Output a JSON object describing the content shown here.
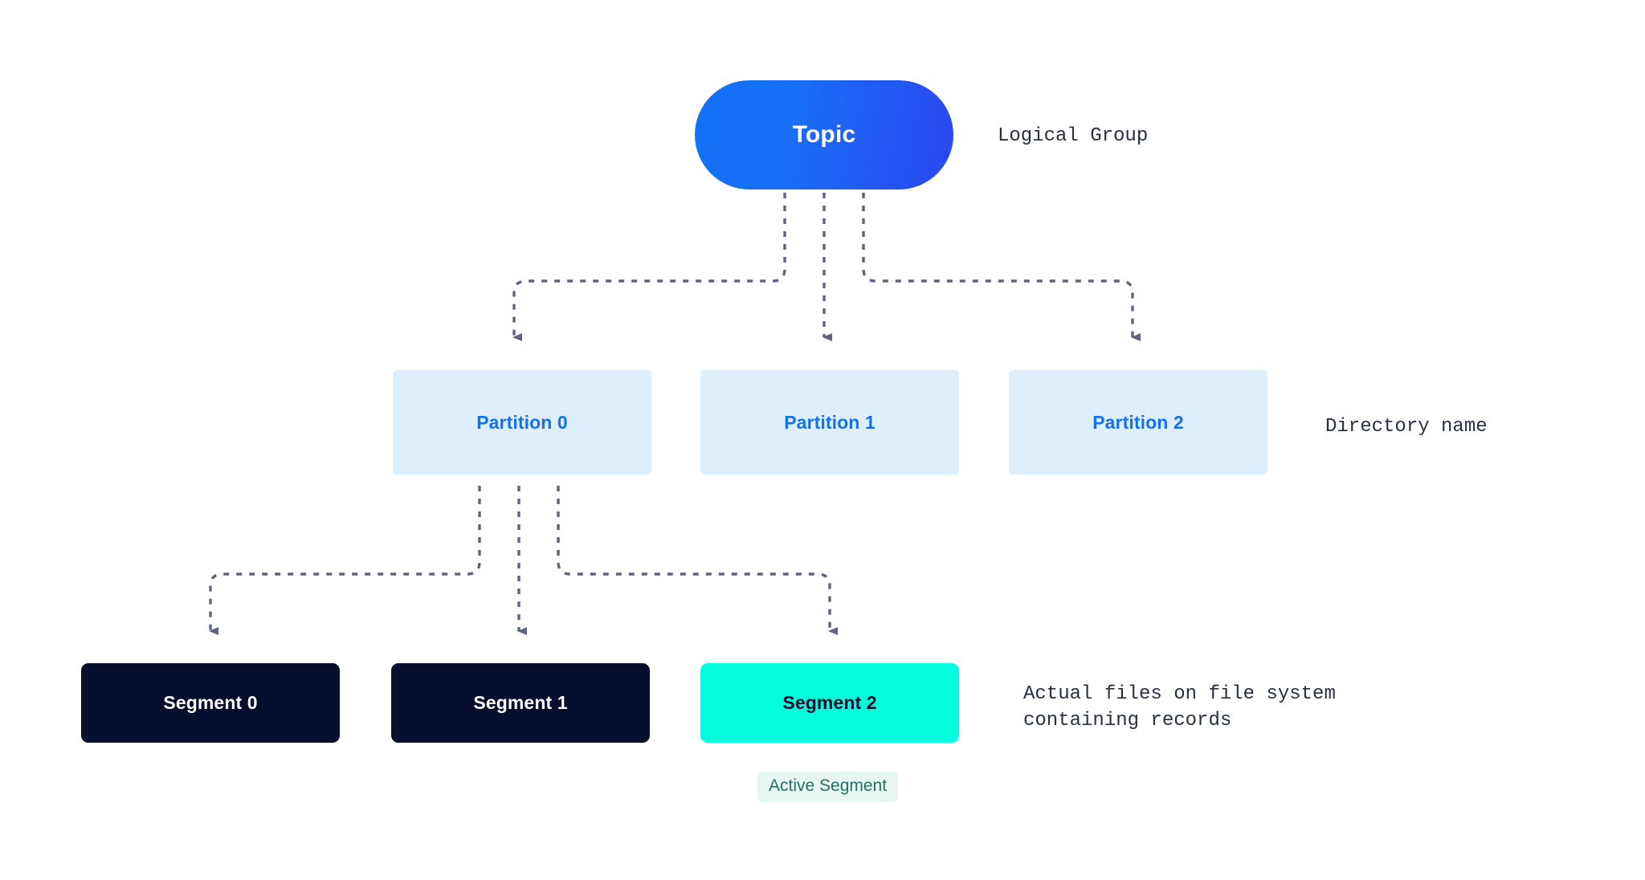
{
  "diagram": {
    "title_node": {
      "label": "Topic",
      "annotation": "Logical Group"
    },
    "partition_level": {
      "annotation": "Directory name",
      "items": [
        {
          "label": "Partition 0"
        },
        {
          "label": "Partition 1"
        },
        {
          "label": "Partition 2"
        }
      ]
    },
    "segment_level": {
      "annotation": "Actual files on file system\ncontaining records",
      "items": [
        {
          "label": "Segment 0",
          "active": false
        },
        {
          "label": "Segment 1",
          "active": false
        },
        {
          "label": "Segment 2",
          "active": true
        }
      ],
      "active_badge": "Active Segment"
    },
    "colors": {
      "topic_gradient_start": "#1172f5",
      "topic_gradient_end": "#2b46ef",
      "partition_fill": "#ddeefc",
      "partition_text": "#1570f0",
      "segment_fill": "#070e2e",
      "segment_text": "#ffffff",
      "active_segment_fill": "#03fddc",
      "active_segment_text": "#070e2e",
      "badge_fill": "#e6f6f0",
      "badge_text": "#2a6d62",
      "connector": "#5c6580",
      "annotation_text": "#263042",
      "background": "#ffffff"
    }
  }
}
